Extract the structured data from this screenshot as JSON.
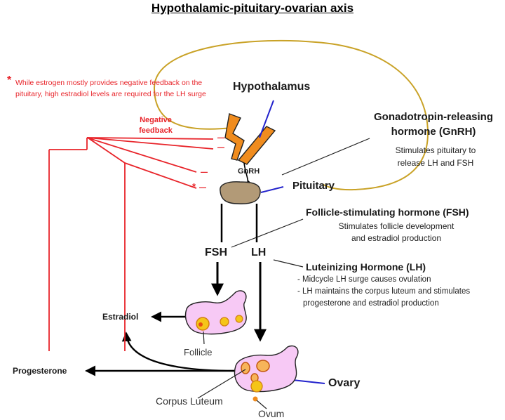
{
  "title": "Hypothalamic-pituitary-ovarian axis",
  "footnote": {
    "marker": "*",
    "text": "While estrogen mostly provides negative feedback on the pituitary, high estradiol levels are required for the LH surge"
  },
  "feedback": {
    "label_line1": "Negative",
    "label_line2": "feedback",
    "minus": "–",
    "star": "*"
  },
  "structures": {
    "hypothalamus": "Hypothalamus",
    "pituitary": "Pituitary",
    "ovary": "Ovary",
    "follicle": "Follicle",
    "corpus_luteum": "Corpus Luteum",
    "ovum": "Ovum"
  },
  "hormones": {
    "gnrh_short": "GnRH",
    "fsh_short": "FSH",
    "lh_short": "LH",
    "estradiol": "Estradiol",
    "progesterone": "Progesterone"
  },
  "gnrh_info": {
    "title_line1": "Gonadotropin-releasing",
    "title_line2": "hormone (GnRH)",
    "desc_line1": "Stimulates pituitary to",
    "desc_line2": "release LH and FSH"
  },
  "fsh_info": {
    "title": "Follicle-stimulating hormone (FSH)",
    "desc_line1": "Stimulates follicle development",
    "desc_line2": "and estradiol production"
  },
  "lh_info": {
    "title": "Luteinizing Hormone (LH)",
    "bullet1": "- Midcycle LH surge causes ovulation",
    "bullet2_line1": "- LH maintains the corpus luteum and stimulates",
    "bullet2_line2": "progesterone and estradiol production"
  },
  "colors": {
    "feedback": "#e8242a",
    "leader": "#2222cc",
    "loop": "#c9a227",
    "hypothalamus": "#f08c1e",
    "pituitary": "#b29a77",
    "ovary": "#f7c9f5",
    "follicle_dot": "#f5c518",
    "ovum": "#f08c1e"
  }
}
